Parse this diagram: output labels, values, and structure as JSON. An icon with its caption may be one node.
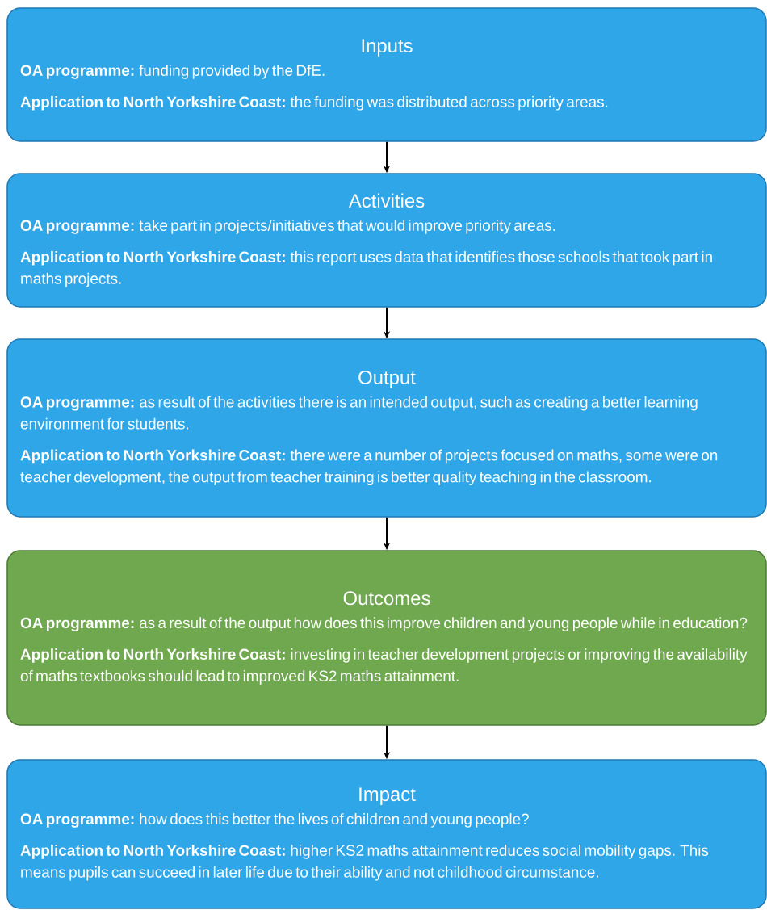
{
  "diagram": {
    "nodes": [
      {
        "text": [
          "Inputs",
          "**OA programme:** funding provided by the DfE.",
          "**Application to North Yorkshire Coast:** the funding was distributed across priority areas."
        ]
      },
      {
        "text": [
          "Activities",
          "**OA programme:** take part in projects/initiatives that would improve priority areas.",
          "**Application to North Yorkshire Coast:** this report uses data that identifies those schools that took part in maths projects."
        ]
      },
      {
        "text": [
          "Output",
          "**OA programme:** as result of the activities there is an intended output, such as creating a better learning environment for students.",
          "**Application to North Yorkshire Coast:** there were a number of projects focused on maths, some were on teacher development, the output from teacher training is better quality teaching in the classroom."
        ]
      },
      {
        "text": [
          "Outcomes",
          "**OA programme:** as a result of the output how does this improve children and young people while in education?",
          "**Application to North Yorkshire Coast:** investing in teacher development projects or improving the availability of maths textbooks should lead to improved KS2 maths attainment."
        ]
      },
      {
        "text": [
          "Impact",
          "**OA programme:** how does this better the lives of children and young people?",
          "**Application to North Yorkshire Coast:** higher KS2 maths attainment reduces social mobility gaps. This means pupils can succeed in later life due to their ability and not childhood circumstance."
        ]
      }
    ],
    "edges": [
      {
        "from": 0,
        "to": 1,
        "arrow": "to"
      },
      {
        "from": 1,
        "to": 2,
        "arrow": "to"
      },
      {
        "from": 2,
        "to": 3,
        "arrow": "to"
      },
      {
        "from": 3,
        "to": 4,
        "arrow": "to"
      }
    ]
  }
}
